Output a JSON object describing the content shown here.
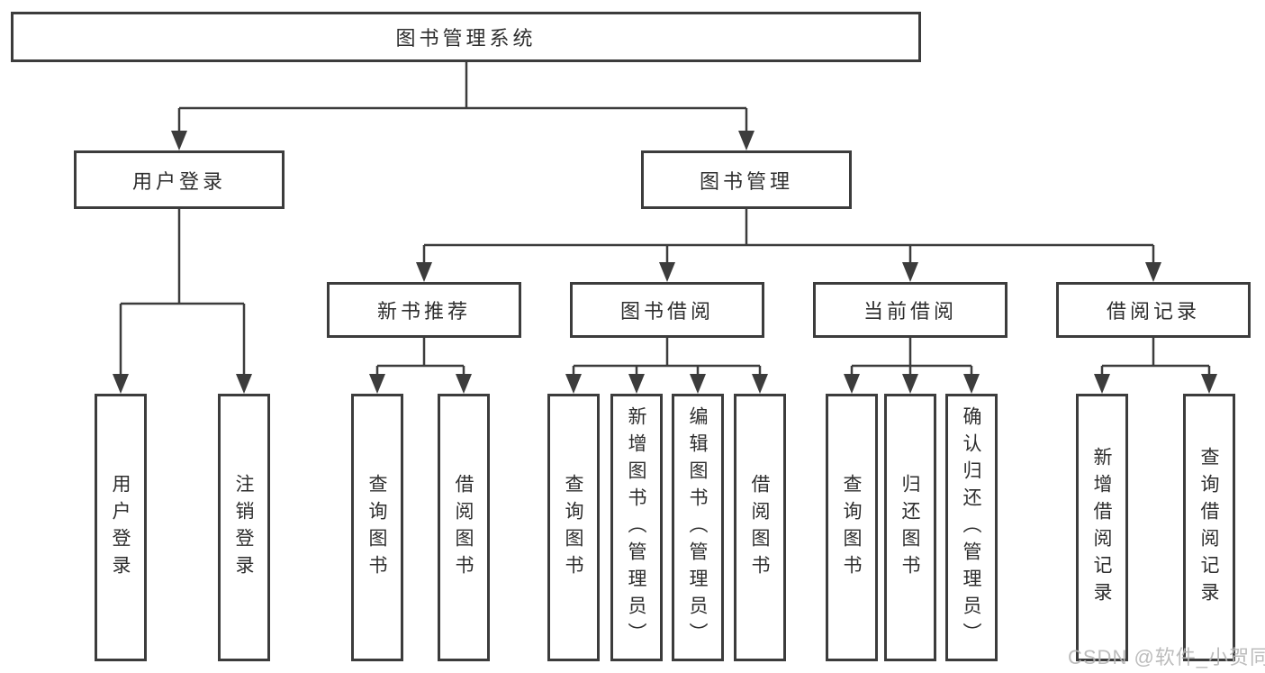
{
  "tree": {
    "root": {
      "label": "图书管理系统",
      "children": [
        {
          "label": "用户登录",
          "children": [
            {
              "label": "用户登录"
            },
            {
              "label": "注销登录"
            }
          ]
        },
        {
          "label": "图书管理",
          "children": [
            {
              "label": "新书推荐",
              "children": [
                {
                  "label": "查询图书"
                },
                {
                  "label": "借阅图书"
                }
              ]
            },
            {
              "label": "图书借阅",
              "children": [
                {
                  "label": "查询图书"
                },
                {
                  "label": "新增图书（管理员）"
                },
                {
                  "label": "编辑图书（管理员）"
                },
                {
                  "label": "借阅图书"
                }
              ]
            },
            {
              "label": "当前借阅",
              "children": [
                {
                  "label": "查询图书"
                },
                {
                  "label": "归还图书"
                },
                {
                  "label": "确认归还（管理员）"
                }
              ]
            },
            {
              "label": "借阅记录",
              "children": [
                {
                  "label": "新增借阅记录"
                },
                {
                  "label": "查询借阅记录"
                }
              ]
            }
          ]
        }
      ]
    }
  },
  "watermark": "CSDN @软件_小贺同学",
  "colors": {
    "line": "#3c3c3c",
    "border": "#3c3c3c",
    "text": "#2e2e2e",
    "watermark": "#b5b5b5",
    "background": "#ffffff"
  }
}
